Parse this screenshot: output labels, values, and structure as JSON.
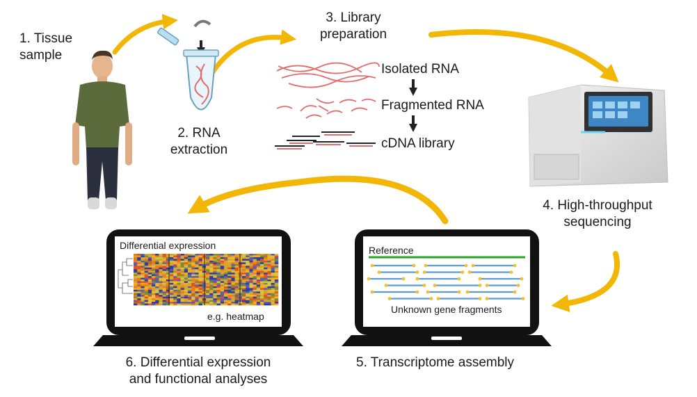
{
  "steps": {
    "tissue": "1. Tissue\nsample",
    "rna_extraction": "2. RNA\nextraction",
    "library_prep": "3. Library\npreparation",
    "sequencing": "4. High-throughput\nsequencing",
    "assembly": "5. Transcriptome assembly",
    "analysis": "6. Differential expression\nand functional analyses"
  },
  "library": {
    "isolated": "Isolated RNA",
    "fragmented": "Fragmented RNA",
    "cdna": "cDNA library"
  },
  "screens": {
    "left_title": "Differential expression",
    "left_caption": "e.g. heatmap",
    "right_title": "Reference",
    "right_caption": "Unknown gene fragments"
  },
  "colors": {
    "arrow": "#f2b705",
    "rna": "#e36b6b",
    "reference": "#2aa52a",
    "fragment": "#5b9bd5",
    "fragment_tip": "#f2c12e"
  }
}
